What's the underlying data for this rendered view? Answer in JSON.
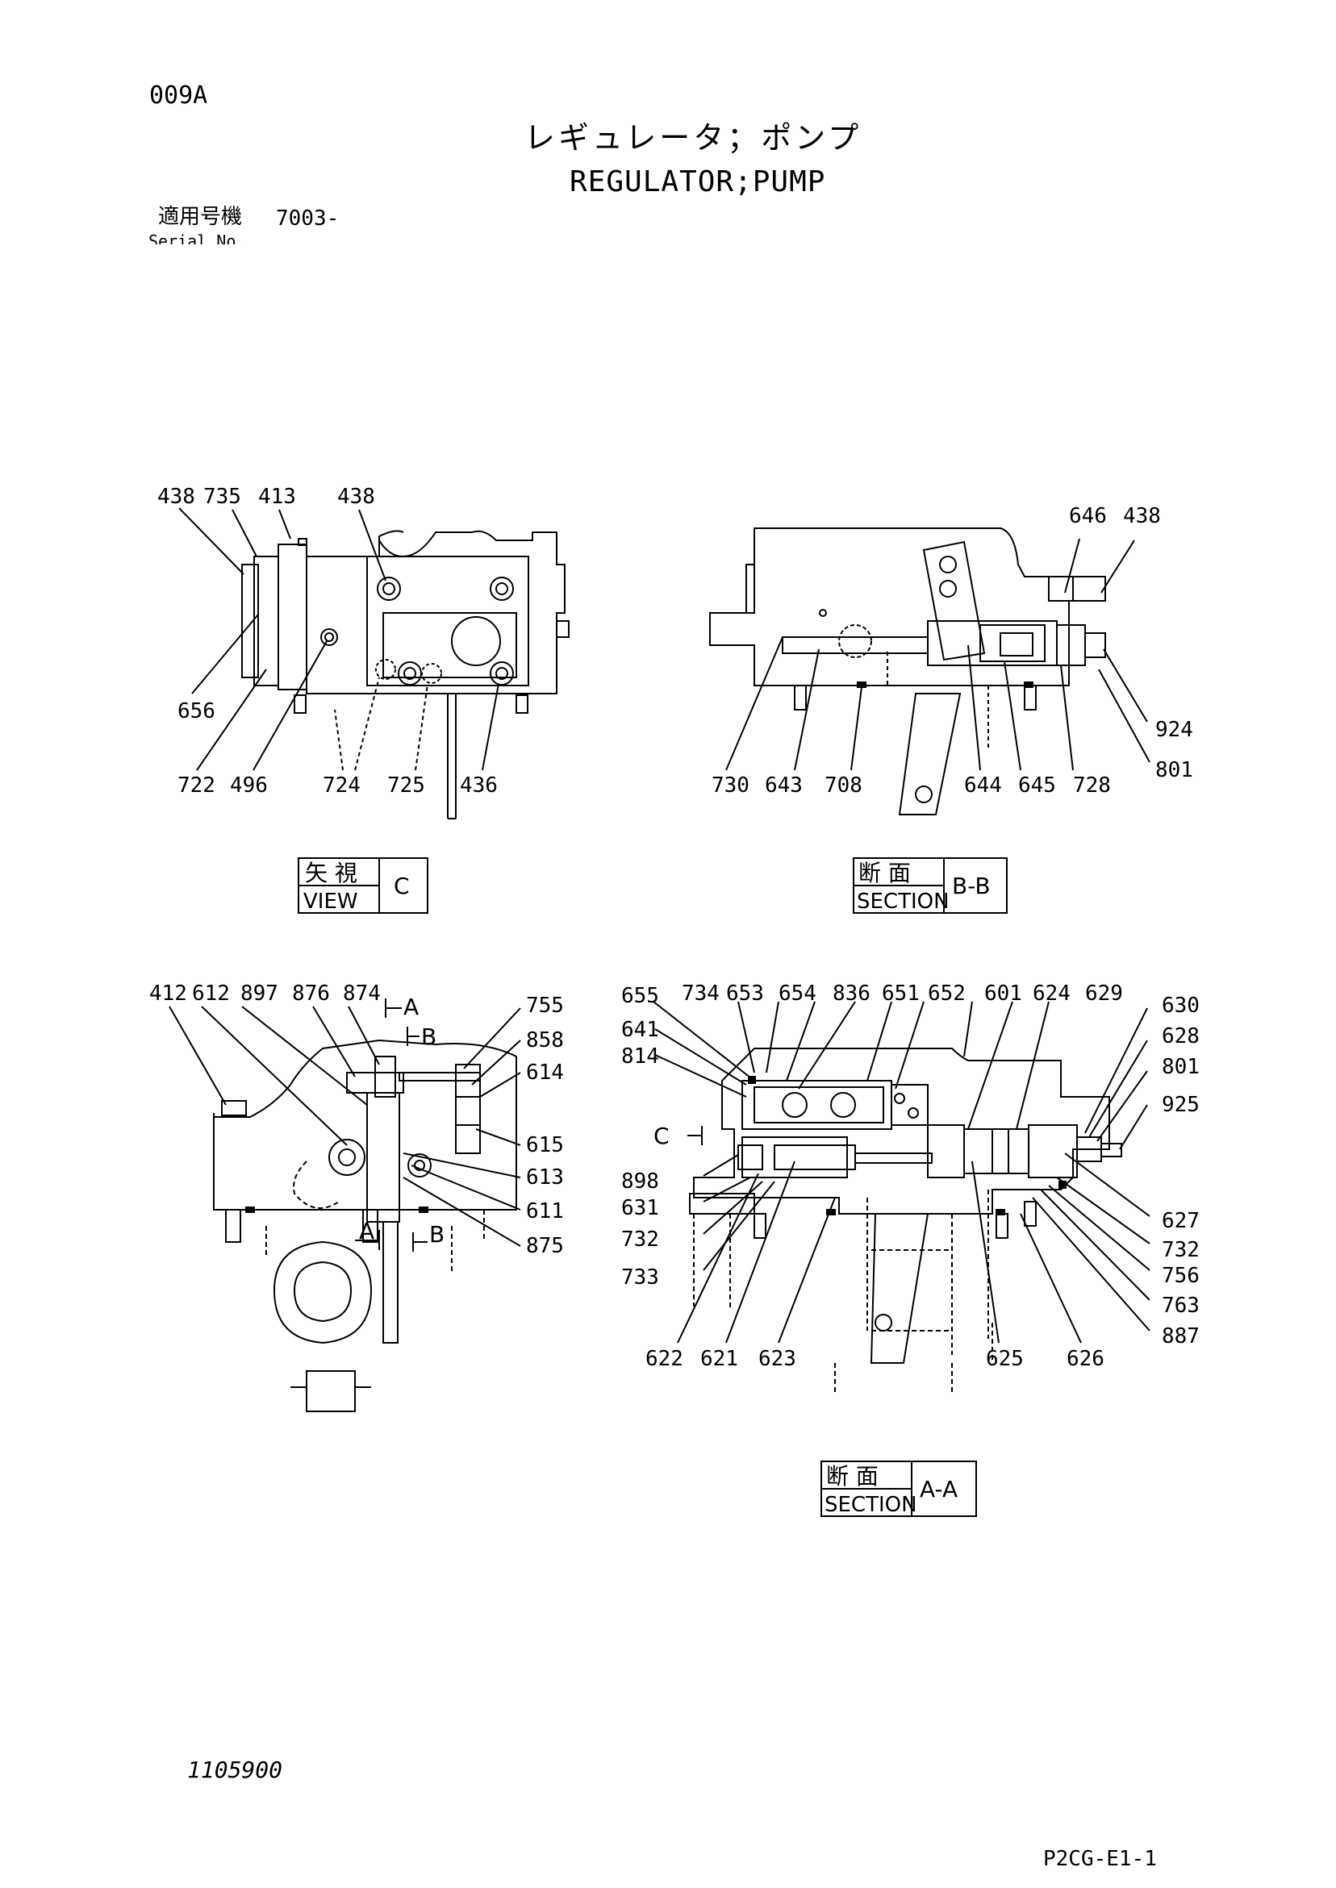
{
  "header": {
    "page_code": "009A",
    "title_ja": "レギュレータ；ポンプ",
    "title_en": "REGULATOR;PUMP",
    "serial_label_ja": "適用号機",
    "serial_value": "7003-",
    "serial_label_en": "Serial No."
  },
  "views": {
    "view_c": {
      "caption_ja": "矢 視",
      "caption_en": "VIEW",
      "caption_letter": "C",
      "callouts": [
        "438",
        "735",
        "413",
        "438",
        "656",
        "722",
        "496",
        "724",
        "725",
        "436"
      ]
    },
    "section_bb": {
      "caption_ja": "断 面",
      "caption_en": "SECTION",
      "caption_letter": "B-B",
      "callouts": [
        "646",
        "438",
        "924",
        "801",
        "730",
        "643",
        "708",
        "644",
        "645",
        "728"
      ]
    },
    "side_view": {
      "callouts": [
        "412",
        "612",
        "897",
        "876",
        "874",
        "755",
        "858",
        "614",
        "615",
        "613",
        "611",
        "875"
      ],
      "markers": [
        "A",
        "B",
        "A",
        "B"
      ]
    },
    "section_aa": {
      "caption_ja": "断 面",
      "caption_en": "SECTION",
      "caption_letter": "A-A",
      "callouts": [
        "655",
        "734",
        "653",
        "654",
        "836",
        "651",
        "652",
        "601",
        "624",
        "629",
        "630",
        "641",
        "814",
        "628",
        "801",
        "925",
        "898",
        "631",
        "732",
        "733",
        "627",
        "732",
        "756",
        "763",
        "887",
        "622",
        "621",
        "623",
        "625",
        "626"
      ],
      "marker": "C"
    }
  },
  "footer": {
    "doc_number": "1105900",
    "sheet_code": "P2CG-E1-1"
  }
}
